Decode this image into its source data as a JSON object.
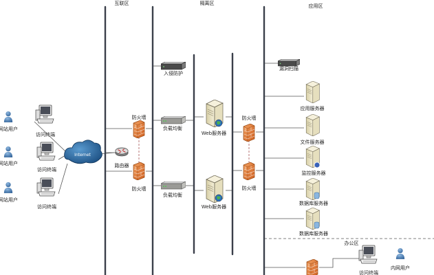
{
  "zones": {
    "internet": "互联区",
    "isolation": "隔离区",
    "application": "应用区",
    "office": "办公区"
  },
  "left": {
    "users": [
      "网站用户",
      "网站用户",
      "网站用户"
    ],
    "terminals": [
      "访问终端",
      "访问终端",
      "访问终端"
    ],
    "cloud": "Internet",
    "router": "路由器"
  },
  "internet_zone": {
    "fw_top": "防火墙",
    "fw_bottom": "防火墙"
  },
  "isolation_zone": {
    "ids": "入侵防护",
    "lb_top": "负载均衡",
    "lb_bottom": "负载均衡",
    "web_top": "Web服务器",
    "web_bottom": "Web服务器",
    "fw_top": "防火墙",
    "fw_bottom": "防火墙"
  },
  "application_zone": {
    "scanner": "漏洞扫描",
    "servers": [
      "应用服务器",
      "文件服务器",
      "监控服务器",
      "数据库服务器",
      "数据库服务器"
    ]
  },
  "office_zone": {
    "terminal": "访问终端",
    "user": "内网用户"
  },
  "colors": {
    "bus": "#3a3f4a",
    "firewall": "#e07a38",
    "dashed": "#b06868",
    "cloud": "#2d6fa8",
    "user": "#3e78b2"
  }
}
